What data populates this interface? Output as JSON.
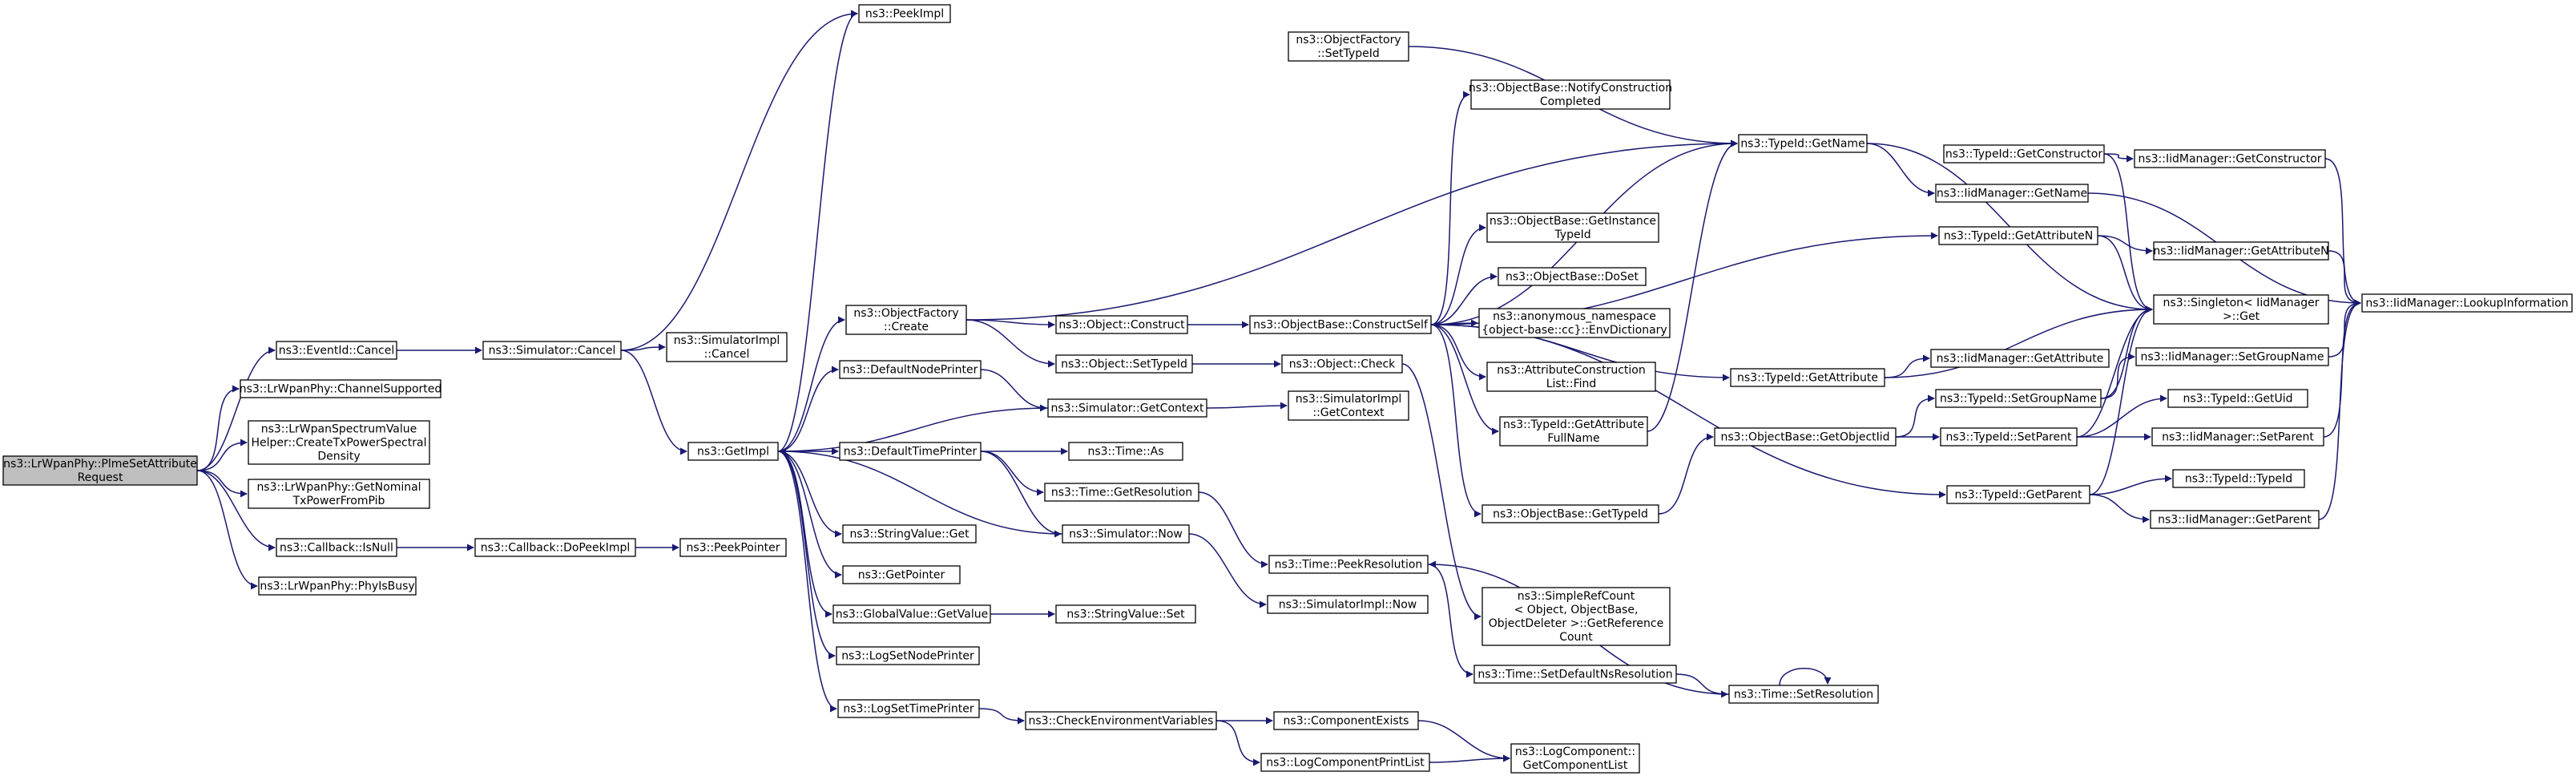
{
  "colors": {
    "edge": "#191970",
    "node_border": "#000000",
    "root_fill": "#bfbfbf",
    "node_fill": "#ffffff",
    "background": "#ffffff"
  },
  "nodes": [
    {
      "id": "root",
      "lines": [
        "ns3::LrWpanPhy::PlmeSetAttribute",
        "Request"
      ]
    },
    {
      "id": "evCancel",
      "lines": [
        "ns3::EventId::Cancel"
      ]
    },
    {
      "id": "chanSup",
      "lines": [
        "ns3::LrWpanPhy::ChannelSupported"
      ]
    },
    {
      "id": "createTx",
      "lines": [
        "ns3::LrWpanSpectrumValue",
        "Helper::CreateTxPowerSpectral",
        "Density"
      ]
    },
    {
      "id": "nominal",
      "lines": [
        "ns3::LrWpanPhy::GetNominal",
        "TxPowerFromPib"
      ]
    },
    {
      "id": "isNull",
      "lines": [
        "ns3::Callback::IsNull"
      ]
    },
    {
      "id": "physBusy",
      "lines": [
        "ns3::LrWpanPhy::PhyIsBusy"
      ]
    },
    {
      "id": "simCancel",
      "lines": [
        "ns3::Simulator::Cancel"
      ]
    },
    {
      "id": "doPeek",
      "lines": [
        "ns3::Callback::DoPeekImpl"
      ]
    },
    {
      "id": "peekPtr",
      "lines": [
        "ns3::PeekPointer"
      ]
    },
    {
      "id": "implCancel",
      "lines": [
        "ns3::SimulatorImpl",
        "::Cancel"
      ]
    },
    {
      "id": "getImpl",
      "lines": [
        "ns3::GetImpl"
      ]
    },
    {
      "id": "peekImpl",
      "lines": [
        "ns3::PeekImpl"
      ]
    },
    {
      "id": "ofCreate",
      "lines": [
        "ns3::ObjectFactory",
        "::Create"
      ]
    },
    {
      "id": "defNodePr",
      "lines": [
        "ns3::DefaultNodePrinter"
      ]
    },
    {
      "id": "defTimePr",
      "lines": [
        "ns3::DefaultTimePrinter"
      ]
    },
    {
      "id": "strGet",
      "lines": [
        "ns3::StringValue::Get"
      ]
    },
    {
      "id": "getPtr",
      "lines": [
        "ns3::GetPointer"
      ]
    },
    {
      "id": "gvGet",
      "lines": [
        "ns3::GlobalValue::GetValue"
      ]
    },
    {
      "id": "logNode",
      "lines": [
        "ns3::LogSetNodePrinter"
      ]
    },
    {
      "id": "logTime",
      "lines": [
        "ns3::LogSetTimePrinter"
      ]
    },
    {
      "id": "ofSetTid",
      "lines": [
        "ns3::ObjectFactory",
        "::SetTypeId"
      ]
    },
    {
      "id": "objConstr",
      "lines": [
        "ns3::Object::Construct"
      ]
    },
    {
      "id": "objSetTid",
      "lines": [
        "ns3::Object::SetTypeId"
      ]
    },
    {
      "id": "simGetCtx",
      "lines": [
        "ns3::Simulator::GetContext"
      ]
    },
    {
      "id": "timeAs",
      "lines": [
        "ns3::Time::As"
      ]
    },
    {
      "id": "timeGetRes",
      "lines": [
        "ns3::Time::GetResolution"
      ]
    },
    {
      "id": "simNow",
      "lines": [
        "ns3::Simulator::Now"
      ]
    },
    {
      "id": "strSet",
      "lines": [
        "ns3::StringValue::Set"
      ]
    },
    {
      "id": "checkEnv",
      "lines": [
        "ns3::CheckEnvironmentVariables"
      ]
    },
    {
      "id": "obConstructSelf",
      "lines": [
        "ns3::ObjectBase::ConstructSelf"
      ]
    },
    {
      "id": "objCheck",
      "lines": [
        "ns3::Object::Check"
      ]
    },
    {
      "id": "implGetCtx",
      "lines": [
        "ns3::SimulatorImpl",
        "::GetContext"
      ]
    },
    {
      "id": "timePeekRes",
      "lines": [
        "ns3::Time::PeekResolution"
      ]
    },
    {
      "id": "implNow",
      "lines": [
        "ns3::SimulatorImpl::Now"
      ]
    },
    {
      "id": "compExists",
      "lines": [
        "ns3::ComponentExists"
      ]
    },
    {
      "id": "logCompPrint",
      "lines": [
        "ns3::LogComponentPrintList"
      ]
    },
    {
      "id": "obNotify",
      "lines": [
        "ns3::ObjectBase::NotifyConstruction",
        "Completed"
      ]
    },
    {
      "id": "obGetInst",
      "lines": [
        "ns3::ObjectBase::GetInstance",
        "TypeId"
      ]
    },
    {
      "id": "obDoSet",
      "lines": [
        "ns3::ObjectBase::DoSet"
      ]
    },
    {
      "id": "anonEnv",
      "lines": [
        "ns3::anonymous_namespace",
        "{object-base::cc}::EnvDictionary"
      ]
    },
    {
      "id": "attrFind",
      "lines": [
        "ns3::AttributeConstruction",
        "List::Find"
      ]
    },
    {
      "id": "tidGetAttrFull",
      "lines": [
        "ns3::TypeId::GetAttribute",
        "FullName"
      ]
    },
    {
      "id": "obGetTid",
      "lines": [
        "ns3::ObjectBase::GetTypeId"
      ]
    },
    {
      "id": "refCount",
      "lines": [
        "ns3::SimpleRefCount",
        "< Object, ObjectBase,",
        "ObjectDeleter >::GetReference",
        "Count"
      ]
    },
    {
      "id": "timeSetDef",
      "lines": [
        "ns3::Time::SetDefaultNsResolution"
      ]
    },
    {
      "id": "logCompGet",
      "lines": [
        "ns3::LogComponent::",
        "GetComponentList"
      ]
    },
    {
      "id": "tidGetName",
      "lines": [
        "ns3::TypeId::GetName"
      ]
    },
    {
      "id": "tidGetAttr",
      "lines": [
        "ns3::TypeId::GetAttribute"
      ]
    },
    {
      "id": "obGetObjTid",
      "lines": [
        "ns3::ObjectBase::GetObjectIid"
      ]
    },
    {
      "id": "timeSetRes",
      "lines": [
        "ns3::Time::SetResolution"
      ]
    },
    {
      "id": "tidGetCtor",
      "lines": [
        "ns3::TypeId::GetConstructor"
      ]
    },
    {
      "id": "iidGetName",
      "lines": [
        "ns3::IidManager::GetName"
      ]
    },
    {
      "id": "tidGetAttrN",
      "lines": [
        "ns3::TypeId::GetAttributeN"
      ]
    },
    {
      "id": "iidGetAttr",
      "lines": [
        "ns3::IidManager::GetAttribute"
      ]
    },
    {
      "id": "tidSetGroup",
      "lines": [
        "ns3::TypeId::SetGroupName"
      ]
    },
    {
      "id": "tidSetParent",
      "lines": [
        "ns3::TypeId::SetParent"
      ]
    },
    {
      "id": "tidGetParent",
      "lines": [
        "ns3::TypeId::GetParent"
      ]
    },
    {
      "id": "iidGetCtor",
      "lines": [
        "ns3::IidManager::GetConstructor"
      ]
    },
    {
      "id": "iidGetAttrN",
      "lines": [
        "ns3::IidManager::GetAttributeN"
      ]
    },
    {
      "id": "singleton",
      "lines": [
        "ns3::Singleton< IidManager",
        ">::Get"
      ]
    },
    {
      "id": "iidSetGroup",
      "lines": [
        "ns3::IidManager::SetGroupName"
      ]
    },
    {
      "id": "tidGetUid",
      "lines": [
        "ns3::TypeId::GetUid"
      ]
    },
    {
      "id": "iidSetParent",
      "lines": [
        "ns3::IidManager::SetParent"
      ]
    },
    {
      "id": "tidTypeId",
      "lines": [
        "ns3::TypeId::TypeId"
      ]
    },
    {
      "id": "iidGetParent",
      "lines": [
        "ns3::IidManager::GetParent"
      ]
    },
    {
      "id": "iidLookup",
      "lines": [
        "ns3::IidManager::LookupInformation"
      ]
    }
  ],
  "edges": [
    [
      "root",
      "evCancel"
    ],
    [
      "root",
      "chanSup"
    ],
    [
      "root",
      "createTx"
    ],
    [
      "root",
      "nominal"
    ],
    [
      "root",
      "isNull"
    ],
    [
      "root",
      "physBusy"
    ],
    [
      "evCancel",
      "simCancel"
    ],
    [
      "isNull",
      "doPeek"
    ],
    [
      "doPeek",
      "peekPtr"
    ],
    [
      "simCancel",
      "peekImpl"
    ],
    [
      "simCancel",
      "implCancel"
    ],
    [
      "simCancel",
      "getImpl"
    ],
    [
      "getImpl",
      "peekImpl"
    ],
    [
      "getImpl",
      "ofCreate"
    ],
    [
      "getImpl",
      "defNodePr"
    ],
    [
      "getImpl",
      "defTimePr"
    ],
    [
      "getImpl",
      "strGet"
    ],
    [
      "getImpl",
      "getPtr"
    ],
    [
      "getImpl",
      "gvGet"
    ],
    [
      "getImpl",
      "logNode"
    ],
    [
      "getImpl",
      "logTime"
    ],
    [
      "ofCreate",
      "objConstr"
    ],
    [
      "ofCreate",
      "objSetTid"
    ],
    [
      "ofCreate",
      "tidGetName"
    ],
    [
      "defNodePr",
      "simGetCtx"
    ],
    [
      "defTimePr",
      "timeAs"
    ],
    [
      "defTimePr",
      "timeGetRes"
    ],
    [
      "defTimePr",
      "simNow"
    ],
    [
      "gvGet",
      "strSet"
    ],
    [
      "logTime",
      "checkEnv"
    ],
    [
      "objConstr",
      "obConstructSelf"
    ],
    [
      "objSetTid",
      "objCheck"
    ],
    [
      "simGetCtx",
      "getImpl"
    ],
    [
      "simGetCtx",
      "implGetCtx"
    ],
    [
      "simNow",
      "getImpl"
    ],
    [
      "simNow",
      "implNow"
    ],
    [
      "timeGetRes",
      "timePeekRes"
    ],
    [
      "checkEnv",
      "compExists"
    ],
    [
      "checkEnv",
      "logCompPrint"
    ],
    [
      "compExists",
      "logCompGet"
    ],
    [
      "logCompPrint",
      "logCompGet"
    ],
    [
      "obConstructSelf",
      "obNotify"
    ],
    [
      "obConstructSelf",
      "obGetInst"
    ],
    [
      "obConstructSelf",
      "obDoSet"
    ],
    [
      "obConstructSelf",
      "anonEnv"
    ],
    [
      "obConstructSelf",
      "attrFind"
    ],
    [
      "obConstructSelf",
      "tidGetAttrFull"
    ],
    [
      "obConstructSelf",
      "obGetTid"
    ],
    [
      "obConstructSelf",
      "tidGetName"
    ],
    [
      "obConstructSelf",
      "tidGetAttrN"
    ],
    [
      "obConstructSelf",
      "tidGetAttr"
    ],
    [
      "obConstructSelf",
      "tidGetParent"
    ],
    [
      "objCheck",
      "refCount"
    ],
    [
      "timePeekRes",
      "timeSetDef"
    ],
    [
      "timeSetDef",
      "timeSetRes"
    ],
    [
      "timeSetRes",
      "timeSetRes"
    ],
    [
      "timeSetRes",
      "timePeekRes"
    ],
    [
      "tidGetAttrFull",
      "tidGetName"
    ],
    [
      "obGetTid",
      "obGetObjTid"
    ],
    [
      "ofSetTid",
      "tidGetName"
    ],
    [
      "tidGetName",
      "iidGetName"
    ],
    [
      "tidGetName",
      "singleton"
    ],
    [
      "tidGetAttr",
      "iidGetAttr"
    ],
    [
      "tidGetAttr",
      "singleton"
    ],
    [
      "obGetObjTid",
      "tidSetGroup"
    ],
    [
      "obGetObjTid",
      "tidSetParent"
    ],
    [
      "tidGetCtor",
      "iidGetCtor"
    ],
    [
      "tidGetCtor",
      "singleton"
    ],
    [
      "iidGetName",
      "iidLookup"
    ],
    [
      "tidGetAttrN",
      "iidGetAttrN"
    ],
    [
      "tidGetAttrN",
      "singleton"
    ],
    [
      "tidSetGroup",
      "iidSetGroup"
    ],
    [
      "tidSetGroup",
      "singleton"
    ],
    [
      "tidSetParent",
      "tidGetUid"
    ],
    [
      "tidSetParent",
      "iidSetParent"
    ],
    [
      "tidSetParent",
      "singleton"
    ],
    [
      "tidGetParent",
      "tidTypeId"
    ],
    [
      "tidGetParent",
      "iidGetParent"
    ],
    [
      "tidGetParent",
      "singleton"
    ],
    [
      "iidGetCtor",
      "iidLookup"
    ],
    [
      "iidGetAttrN",
      "iidLookup"
    ],
    [
      "iidSetGroup",
      "iidLookup"
    ],
    [
      "iidSetParent",
      "iidLookup"
    ],
    [
      "iidGetParent",
      "iidLookup"
    ]
  ]
}
